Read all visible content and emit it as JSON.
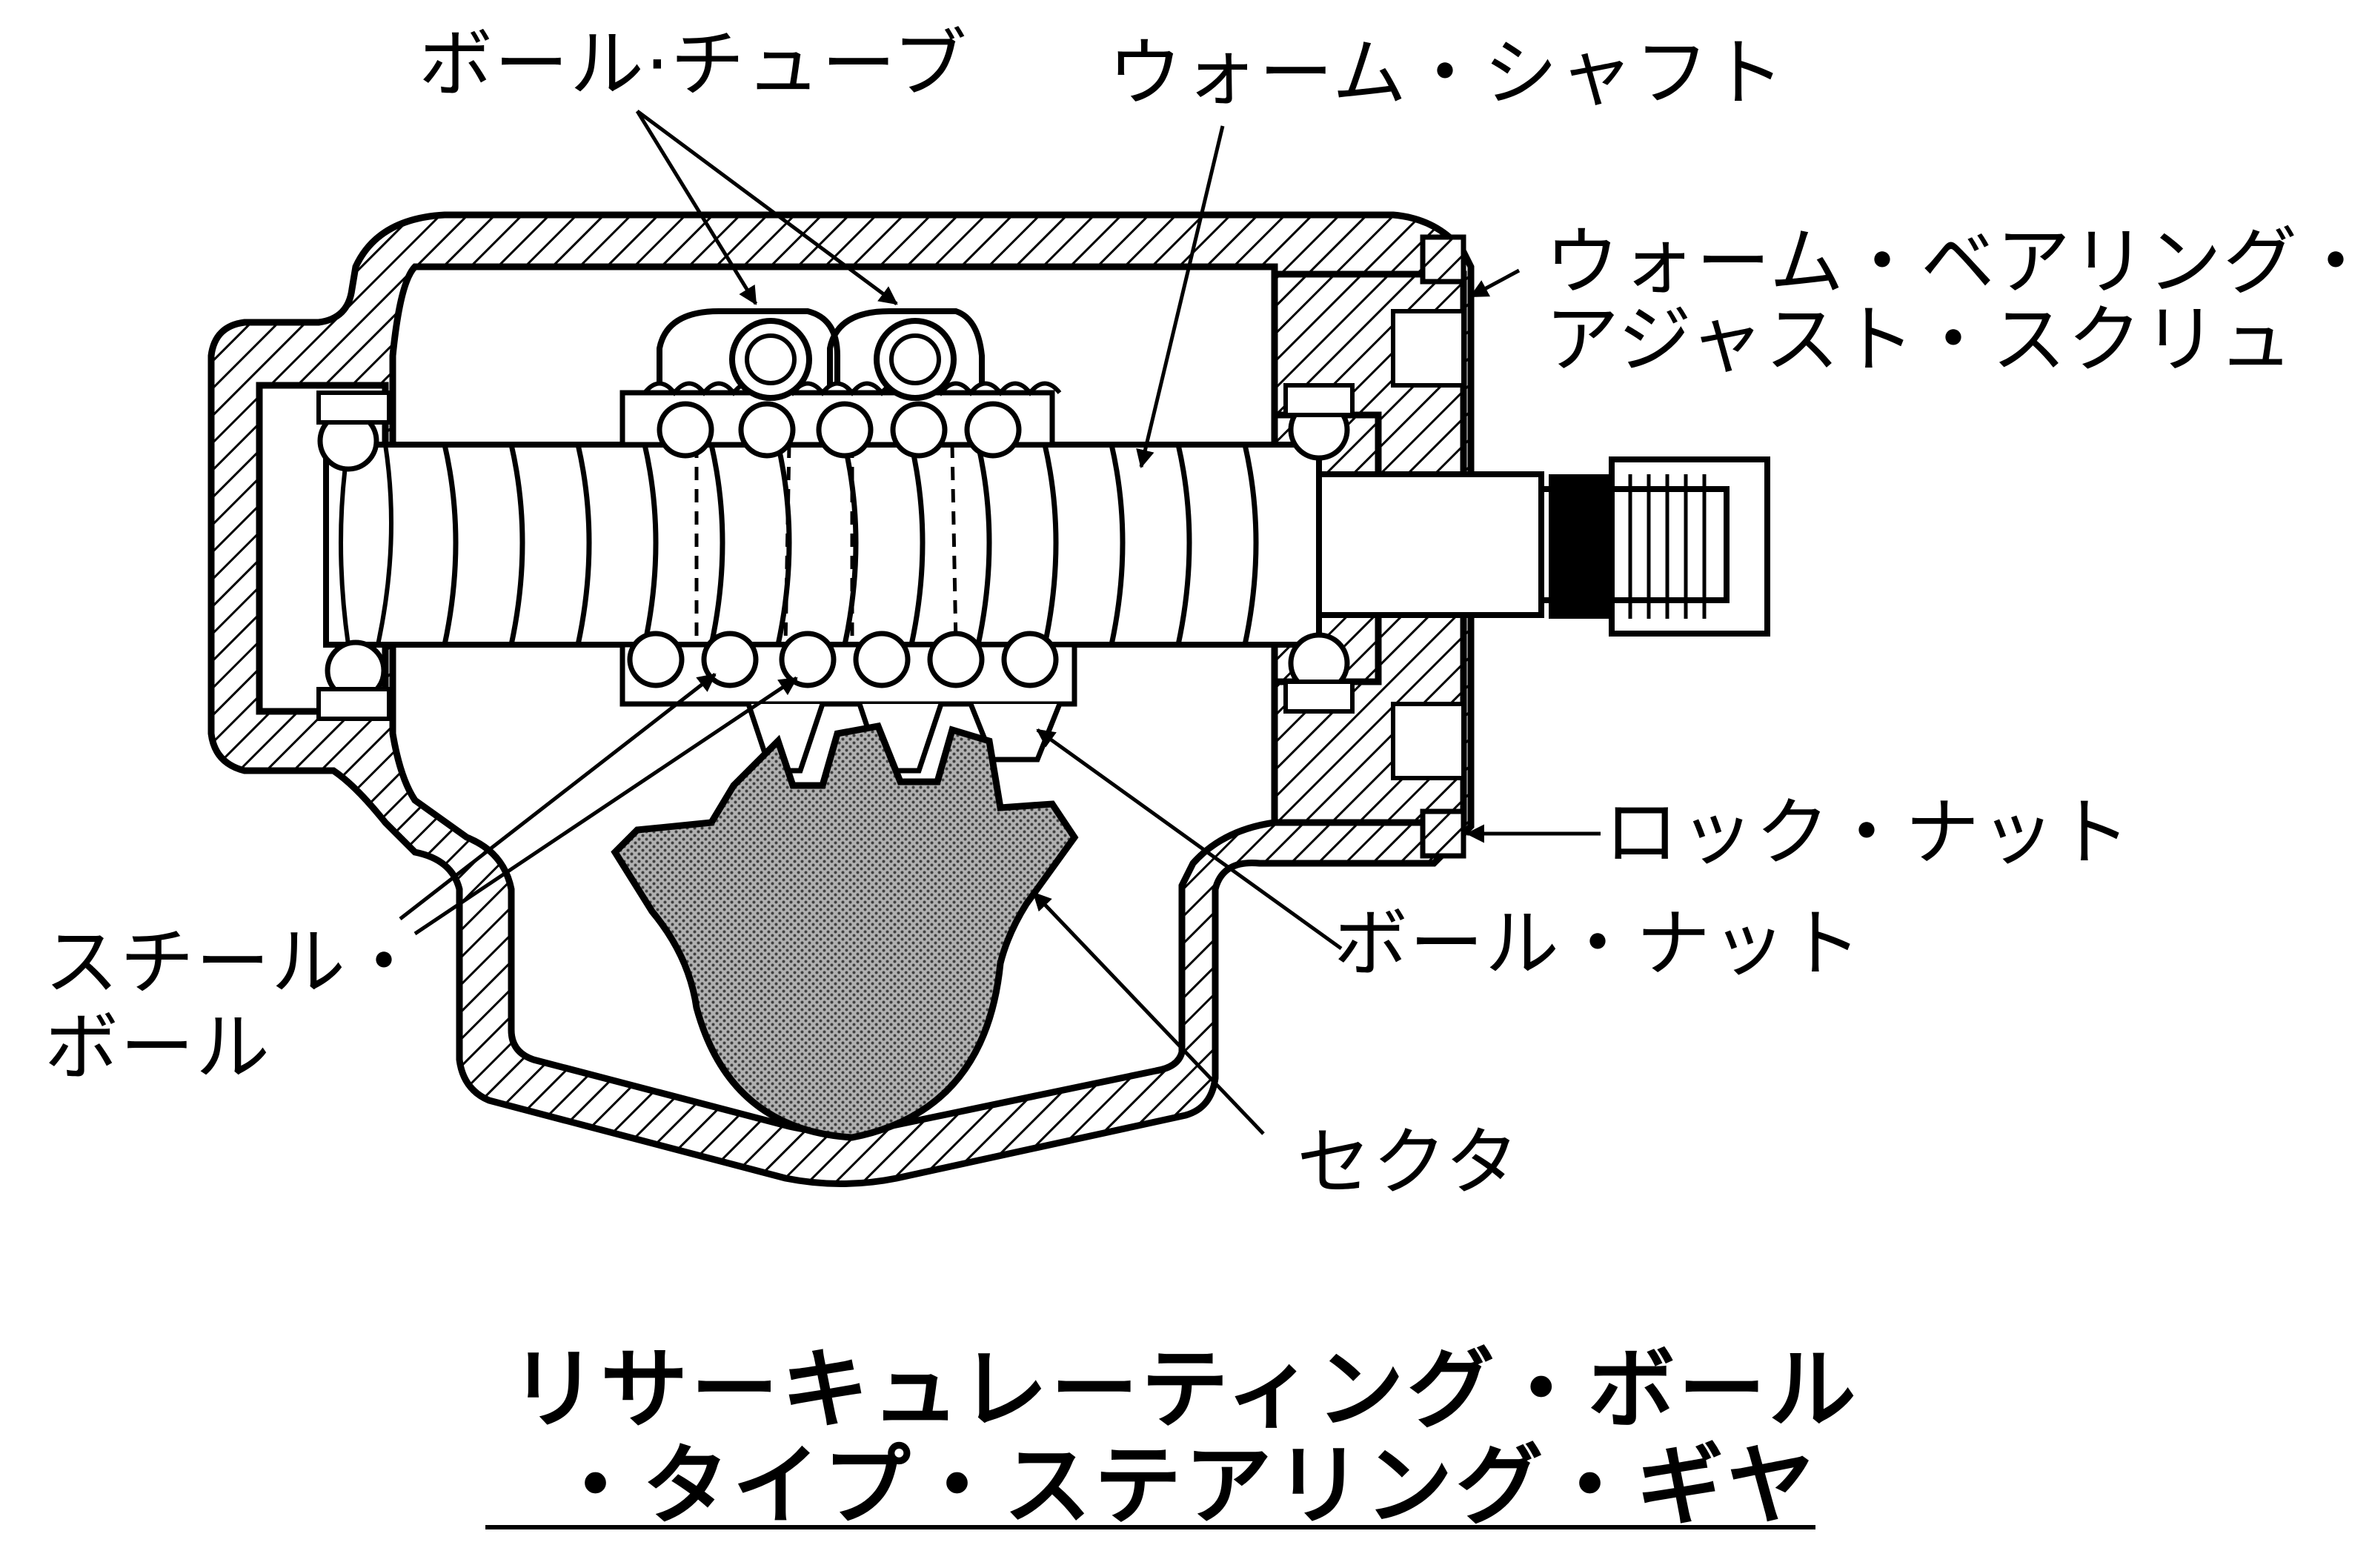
{
  "labels": {
    "ball_tube": "ボール·チューブ",
    "worm_shaft": "ウォーム・シャフト",
    "adjust_screw_line1": "ウォーム・ベアリング・",
    "adjust_screw_line2": "アジャスト・スクリュ",
    "lock_nut": "ロック・ナット",
    "ball_nut": "ボール・ナット",
    "steel_ball_line1": "スチール・",
    "steel_ball_line2": "ボール",
    "sector": "セクタ"
  },
  "title": {
    "line1": "リサーキュレーティング・ボール",
    "line2": "・タイプ・ステアリング・ギヤ"
  },
  "colors": {
    "ink": "#000000",
    "paper": "#ffffff",
    "sector_fill": "#a8a8a8"
  }
}
